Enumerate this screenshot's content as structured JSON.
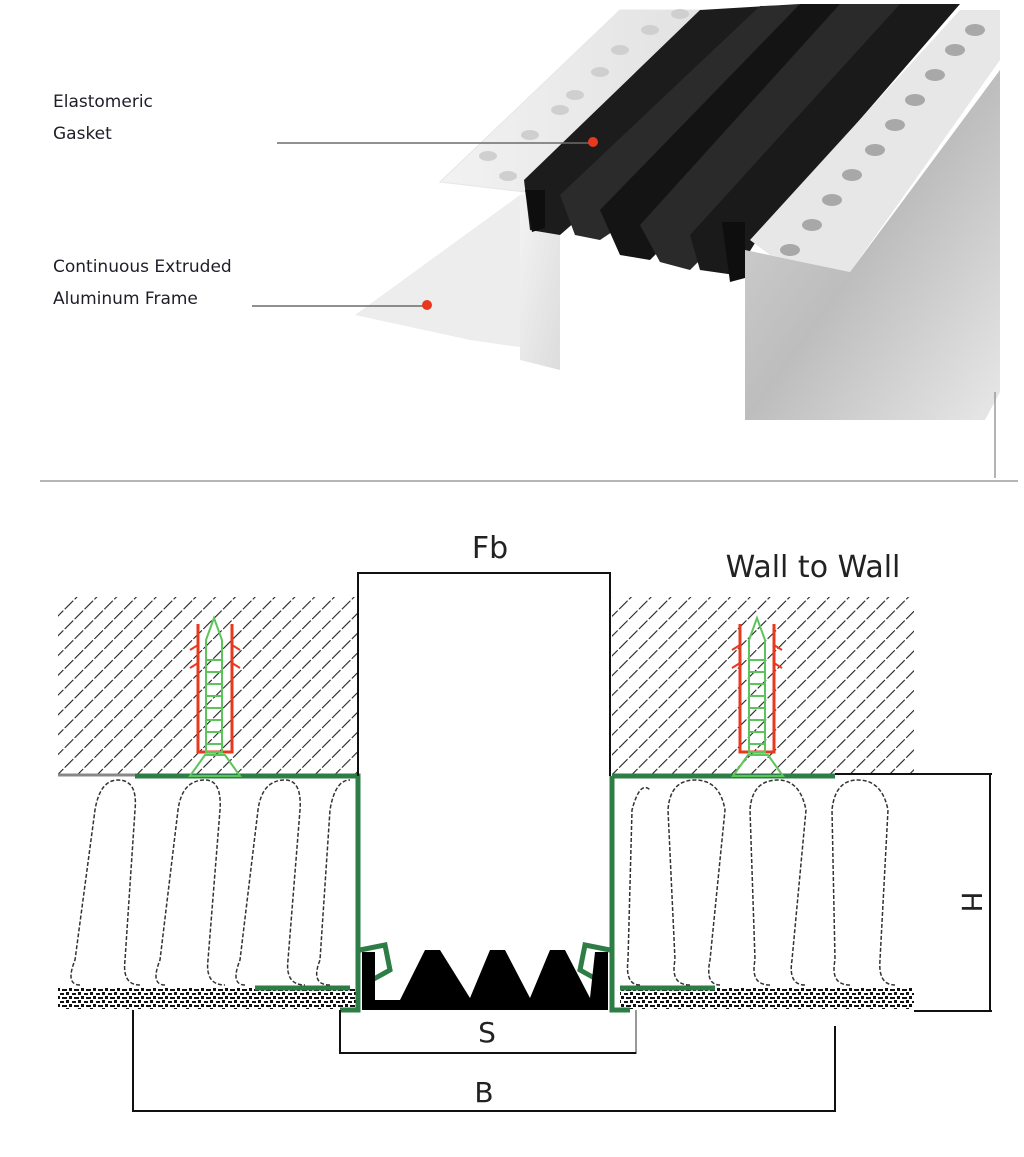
{
  "product_view": {
    "callouts": [
      {
        "id": "gasket",
        "label": "Elastomeric\nGasket"
      },
      {
        "id": "frame",
        "label": "Continuous Extruded\nAluminum Frame"
      }
    ],
    "colors": {
      "callout_dot": "#e8391e",
      "leader_line": "#6b6b6b",
      "gasket": "#1c1c1c",
      "aluminum": "#d9d9d9"
    }
  },
  "section_view": {
    "title": "Wall to Wall",
    "dimensions": {
      "frame_width": "Fb",
      "gap": "S",
      "overall_width": "B",
      "height": "H"
    },
    "colors": {
      "frame": "#2e7d46",
      "gasket": "#000000",
      "anchor_plug": "#e8391e",
      "screw": "#5cc45a",
      "hatch": "#222222",
      "dimension_line": "#111111"
    }
  }
}
